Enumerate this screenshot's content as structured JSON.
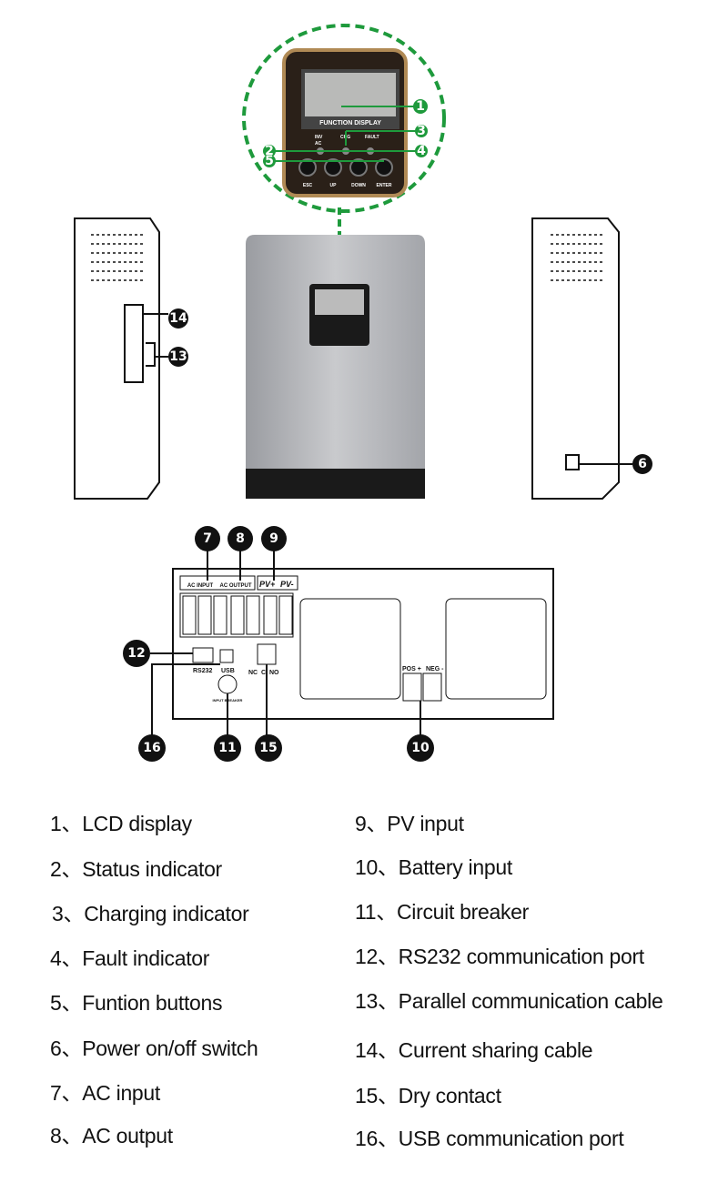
{
  "colors": {
    "callout_green": "#1e9a3c",
    "callout_black": "#111111",
    "panel_border": "#b08a55",
    "panel_body": "#2a2018",
    "dash_green": "#1e9a3c"
  },
  "front_panel": {
    "lcd_title": "FUNCTION DISPLAY",
    "indicators": {
      "inv": "INV",
      "ac": "AC",
      "chg": "CHG",
      "fault": "FAULT"
    },
    "buttons": [
      {
        "label": "ESC",
        "icon": "return-icon"
      },
      {
        "label": "UP",
        "icon": "up-triangle-icon"
      },
      {
        "label": "DOWN",
        "icon": "down-triangle-icon"
      },
      {
        "label": "ENTER",
        "icon": "enter-icon"
      }
    ]
  },
  "bottom_panel": {
    "ac_input": "AC INPUT",
    "ac_output": "AC OUTPUT",
    "pv_plus": "PV+",
    "pv_minus": "PV-",
    "rs232": "RS232",
    "usb": "USB",
    "nc": "NC",
    "c": "C",
    "no": "NO",
    "breaker": "INPUT BREAKER",
    "pos": "POS +",
    "neg": "NEG -"
  },
  "callouts": [
    "1",
    "2",
    "3",
    "4",
    "5",
    "6",
    "7",
    "8",
    "9",
    "10",
    "11",
    "12",
    "13",
    "14",
    "15",
    "16"
  ],
  "legend": [
    {
      "num": "1",
      "label": "1、LCD display"
    },
    {
      "num": "2",
      "label": "2、Status indicator"
    },
    {
      "num": "3",
      "label": "3、Charging indicator"
    },
    {
      "num": "4",
      "label": "4、Fault indicator"
    },
    {
      "num": "5",
      "label": "5、Funtion buttons"
    },
    {
      "num": "6",
      "label": "6、Power on/off switch"
    },
    {
      "num": "7",
      "label": "7、AC input"
    },
    {
      "num": "8",
      "label": "8、AC output"
    },
    {
      "num": "9",
      "label": "9、PV input"
    },
    {
      "num": "10",
      "label": "10、Battery input"
    },
    {
      "num": "11",
      "label": "11、Circuit breaker"
    },
    {
      "num": "12",
      "label": "12、RS232 communication port"
    },
    {
      "num": "13",
      "label": "13、Parallel communication cable"
    },
    {
      "num": "14",
      "label": "14、Current sharing cable"
    },
    {
      "num": "15",
      "label": "15、Dry contact"
    },
    {
      "num": "16",
      "label": "16、USB communication port"
    }
  ]
}
